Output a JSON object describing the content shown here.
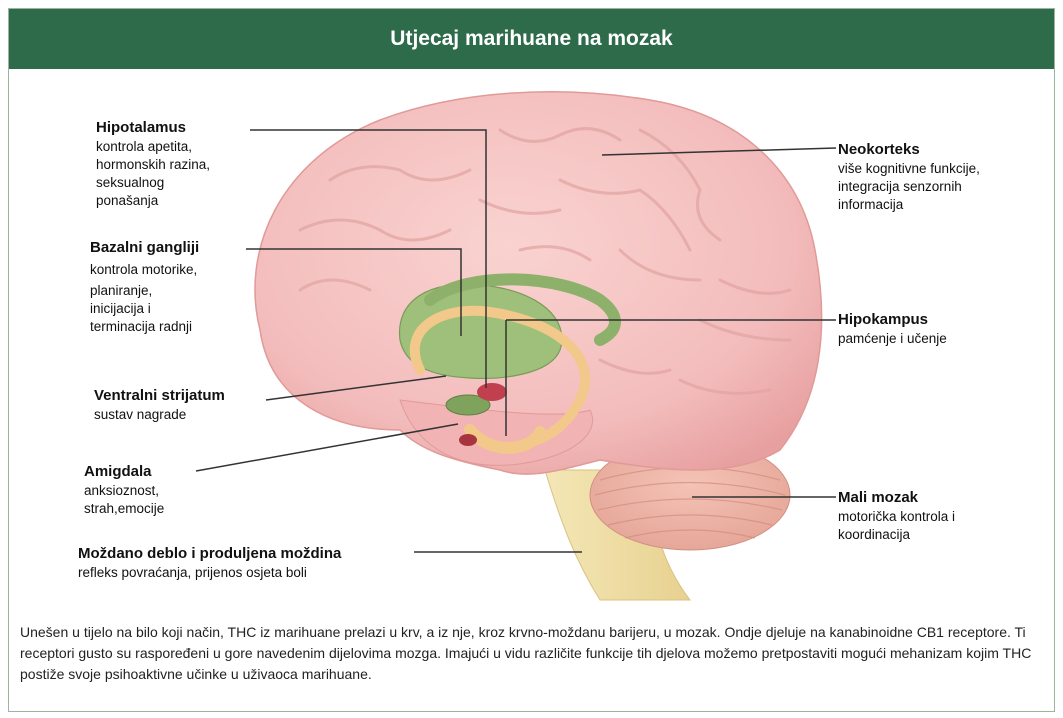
{
  "title": "Utjecaj marihuane na mozak",
  "colors": {
    "header": "#2d6b4b",
    "brain": "#f3bcbc",
    "basal_ganglia": "#9fc07a",
    "hippocampus": "#f2c98a",
    "amygdala": "#c04050",
    "brainstem": "#f1e0a6"
  },
  "labels": {
    "hipotalamus": {
      "name": "Hipotalamus",
      "desc": [
        "kontrola apetita,",
        "hormonskih razina,",
        "seksualnog",
        "ponašanja"
      ]
    },
    "bazalni": {
      "name": "Bazalni gangliji",
      "desc": [
        "kontrola motorike,",
        "planiranje,",
        "inicijacija i",
        "terminacija radnji"
      ]
    },
    "ventralni": {
      "name": "Ventralni strijatum",
      "desc": [
        "sustav nagrade"
      ]
    },
    "amigdala": {
      "name": "Amigdala",
      "desc": [
        "anksioznost,",
        "strah,emocije"
      ]
    },
    "mozdano": {
      "name": "Moždano deblo i produljena moždina",
      "desc": [
        "refleks povraćanja, prijenos osjeta boli"
      ]
    },
    "neokorteks": {
      "name": "Neokorteks",
      "desc": [
        "više kognitivne funkcije,",
        "integracija senzornih",
        "informacija"
      ]
    },
    "hipokampus": {
      "name": "Hipokampus",
      "desc": [
        "pamćenje i učenje"
      ]
    },
    "mali_mozak": {
      "name": "Mali mozak",
      "desc": [
        "motorička kontrola i",
        "koordinacija"
      ]
    }
  },
  "caption": "Unešen u tijelo na bilo koji način, THC iz marihuane prelazi u krv, a iz nje, kroz krvno-moždanu barijeru, u mozak. Ondje djeluje na kanabinoidne CB1 receptore. Ti receptori gusto su raspoređeni u gore navedenim dijelovima mozga. Imajući u vidu različite funkcije tih djelova možemo pretpostaviti mogući mehanizam kojim THC postiže svoje psihoaktivne učinke u uživaoca marihuane."
}
